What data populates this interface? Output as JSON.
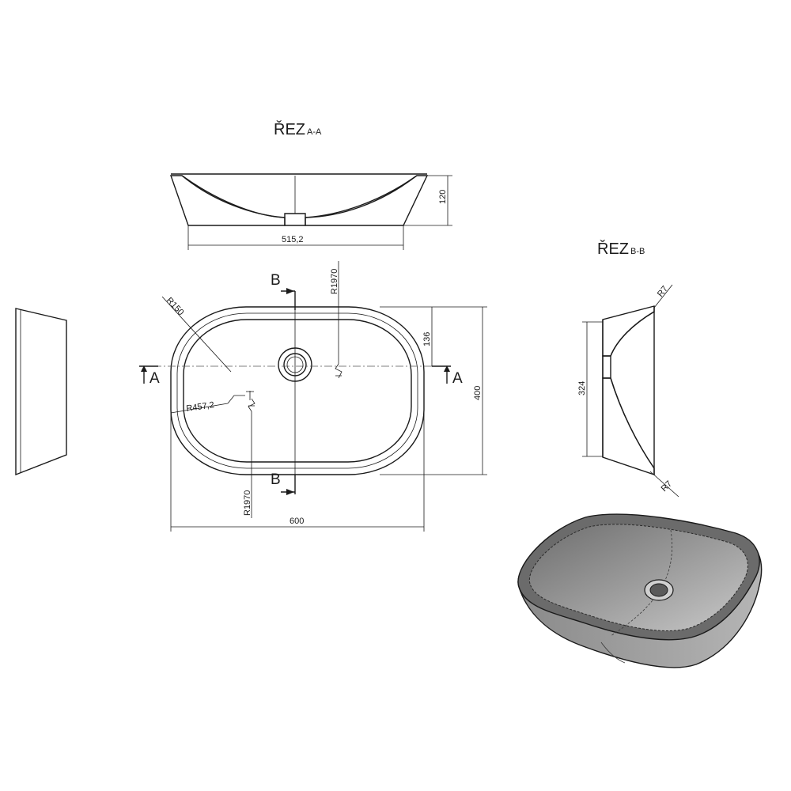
{
  "section_aa": {
    "title": "ŘEZ",
    "sub": "A-A"
  },
  "section_bb": {
    "title": "ŘEZ",
    "sub": "B-B"
  },
  "dimensions": {
    "aa_height": "120",
    "aa_width": "515,2",
    "plan_width": "600",
    "plan_height": "400",
    "drain_offset": "136",
    "r150": "R150",
    "r1970_top": "R1970",
    "r1970_bottom": "R1970",
    "r457": "R457,2",
    "bb_height": "324",
    "r7_top": "R7",
    "r7_bottom": "R7"
  },
  "section_marks": {
    "a": "A",
    "b": "B"
  },
  "colors": {
    "line": "#1a1a1a",
    "basin_dark": "#5a5a5a",
    "basin_mid": "#8c8c8c",
    "basin_light": "#bdbdbd"
  }
}
